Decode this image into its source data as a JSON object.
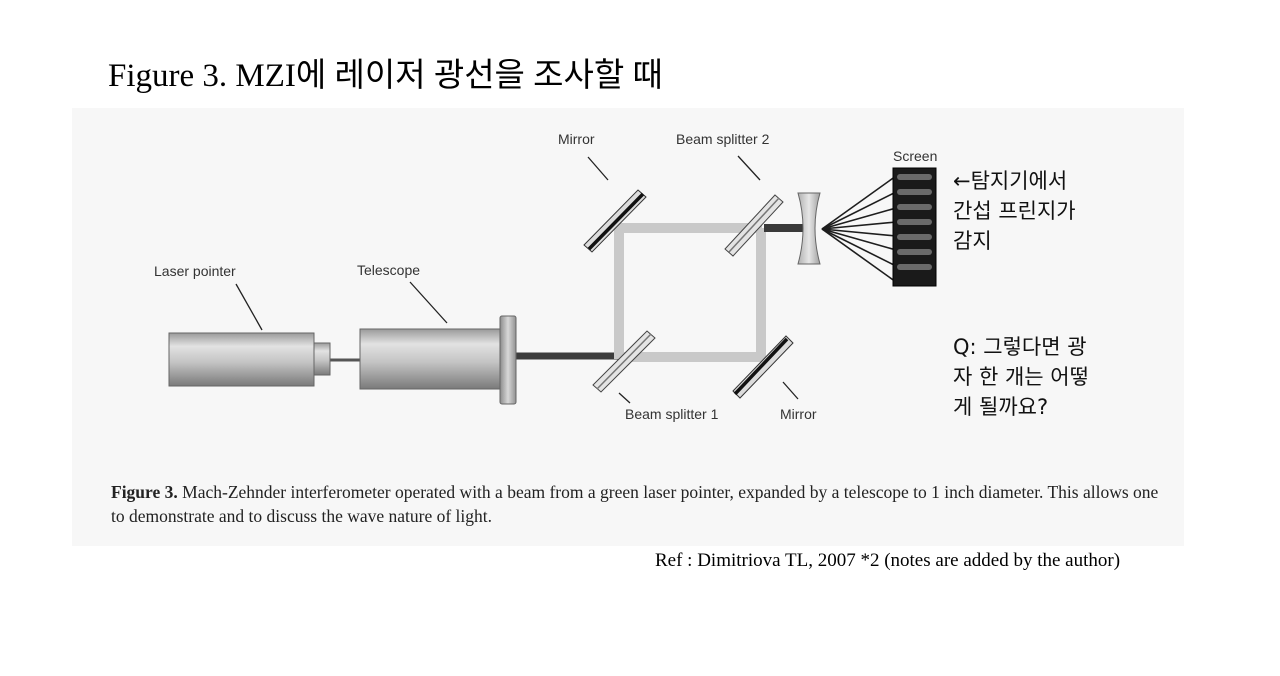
{
  "title": "Figure 3. MZI에 레이저 광선을 조사할 때",
  "diagram": {
    "labels": {
      "mirror_top": "Mirror",
      "beam_splitter_2": "Beam splitter 2",
      "screen": "Screen",
      "laser_pointer": "Laser pointer",
      "telescope": "Telescope",
      "beam_splitter_1": "Beam splitter 1",
      "mirror_bottom": "Mirror"
    }
  },
  "notes": {
    "detector": [
      "←탐지기에서",
      "간섭 프린지가",
      "감지"
    ],
    "question": [
      "Q: 그렇다면 광",
      "자 한 개는 어떻",
      "게 될까요?"
    ]
  },
  "caption": {
    "label": "Figure 3.",
    "text": "Mach-Zehnder interferometer operated with a beam from a green laser pointer, expanded by a telescope to 1 inch diameter. This allows one to demonstrate and to discuss the wave nature of light."
  },
  "reference": "Ref : Dimitriova TL, 2007 *2 (notes are added by the author)"
}
